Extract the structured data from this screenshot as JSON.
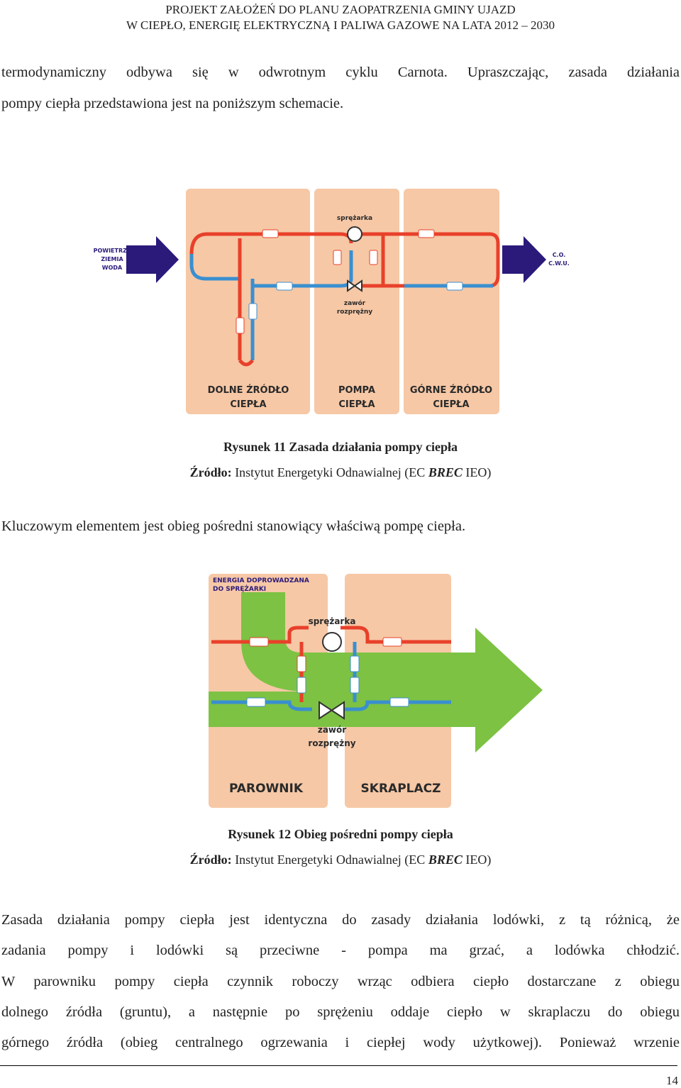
{
  "header": {
    "line1": "PROJEKT ZAŁOŻEŃ DO PLANU ZAOPATRZENIA GMINY UJAZD",
    "line2": "W CIEPŁO, ENERGIĘ ELEKTRYCZNĄ I PALIWA GAZOWE NA LATA 2012 – 2030"
  },
  "intro": {
    "line1": "termodynamiczny odbywa się w odwrotnym cyklu Carnota. Upraszczając, zasada działania",
    "line2": "pompy ciepła przedstawiona jest na poniższym schemacie."
  },
  "figure1": {
    "input_label": [
      "POWIETRZE",
      "ZIEMIA",
      "WODA"
    ],
    "output_label": [
      "C.O.",
      "C.W.U."
    ],
    "compressor_label": "sprężarka",
    "valve_label": [
      "zawór",
      "rozprężny"
    ],
    "panel_labels": {
      "left": [
        "DOLNE ŹRÓDŁO",
        "CIEPŁA"
      ],
      "middle": [
        "POMPA",
        "CIEPŁA"
      ],
      "right": [
        "GÓRNE ŹRÓDŁO",
        "CIEPŁA"
      ]
    },
    "caption": "Rysunek 11 Zasada działania pompy ciepła",
    "source_prefix": "Źródło:",
    "source_text": "Instytut Energetyki Odnawialnej (EC",
    "source_italic": "BREC",
    "source_suffix": "IEO)"
  },
  "mid_paragraph": "Kluczowym elementem jest obieg pośredni stanowiący właściwą pompę ciepła.",
  "figure2": {
    "energy_label": [
      "ENERGIA DOPROWADZANA",
      "DO SPRĘŻARKI"
    ],
    "compressor_label": "sprężarka",
    "valve_label": [
      "zawór",
      "rozprężny"
    ],
    "left_label": "PAROWNIK",
    "right_label": "SKRAPLACZ",
    "caption": "Rysunek 12 Obieg pośredni pompy ciepła",
    "source_prefix": "Źródło:",
    "source_text": "Instytut Energetyki Odnawialnej (EC",
    "source_italic": "BREC",
    "source_suffix": "IEO)"
  },
  "body_lines": [
    "Zasada działania pompy ciepła jest identyczna do zasady działania lodówki, z tą różnicą, że",
    "zadania pompy i lodówki są przeciwne - pompa ma grzać, a lodówka chłodzić.",
    "W parowniku pompy ciepła czynnik roboczy wrząc odbiera ciepło dostarczane z obiegu",
    "dolnego źródła (gruntu), a następnie po sprężeniu oddaje ciepło w skraplaczu do obiegu",
    "górnego źródła (obieg centralnego ogrzewania i ciepłej wody użytkowej). Ponieważ wrzenie"
  ],
  "page_number": "14",
  "colors": {
    "panel": "#f6c8a6",
    "navy": "#2b1a7a",
    "red": "#e8402a",
    "blue": "#3a8fd0",
    "green": "#7dc243",
    "label": "#2a2a2a"
  }
}
